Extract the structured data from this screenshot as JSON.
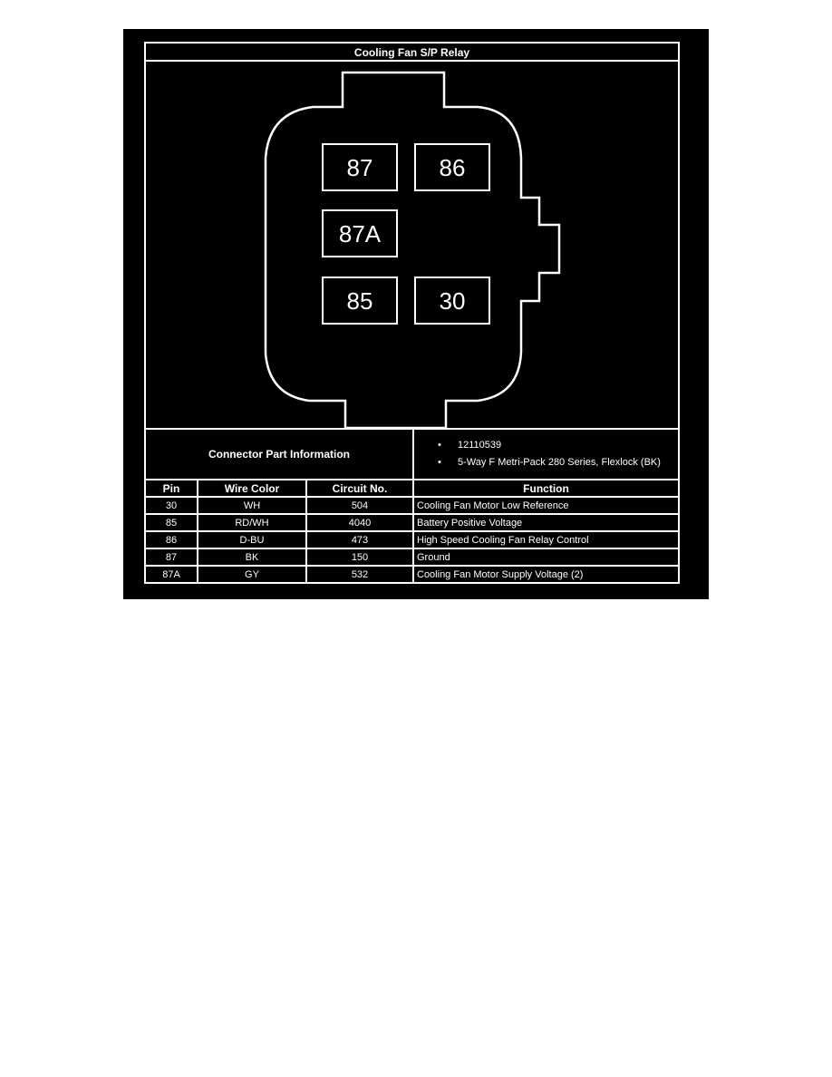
{
  "title": "Cooling Fan S/P Relay",
  "diagram": {
    "connector_view": "5-pin relay connector face",
    "cavities": [
      {
        "label": "87",
        "row": 1,
        "col": 1
      },
      {
        "label": "86",
        "row": 1,
        "col": 2
      },
      {
        "label": "87A",
        "row": 2,
        "col": 1
      },
      {
        "label": "85",
        "row": 3,
        "col": 1
      },
      {
        "label": "30",
        "row": 3,
        "col": 2
      }
    ]
  },
  "part_info": {
    "label": "Connector Part Information",
    "items": [
      "12110539",
      "5-Way F Metri-Pack 280 Series, Flexlock (BK)"
    ]
  },
  "table": {
    "headers": [
      "Pin",
      "Wire Color",
      "Circuit No.",
      "Function"
    ],
    "rows": [
      {
        "pin": "30",
        "wire_color": "WH",
        "circuit": "504",
        "function": "Cooling Fan Motor Low Reference"
      },
      {
        "pin": "85",
        "wire_color": "RD/WH",
        "circuit": "4040",
        "function": "Battery Positive Voltage"
      },
      {
        "pin": "86",
        "wire_color": "D-BU",
        "circuit": "473",
        "function": "High Speed Cooling Fan Relay Control"
      },
      {
        "pin": "87",
        "wire_color": "BK",
        "circuit": "150",
        "function": "Ground"
      },
      {
        "pin": "87A",
        "wire_color": "GY",
        "circuit": "532",
        "function": "Cooling Fan Motor Supply Voltage (2)"
      }
    ]
  },
  "colors": {
    "background": "#000000",
    "foreground": "#ffffff",
    "page": "#ffffff"
  }
}
